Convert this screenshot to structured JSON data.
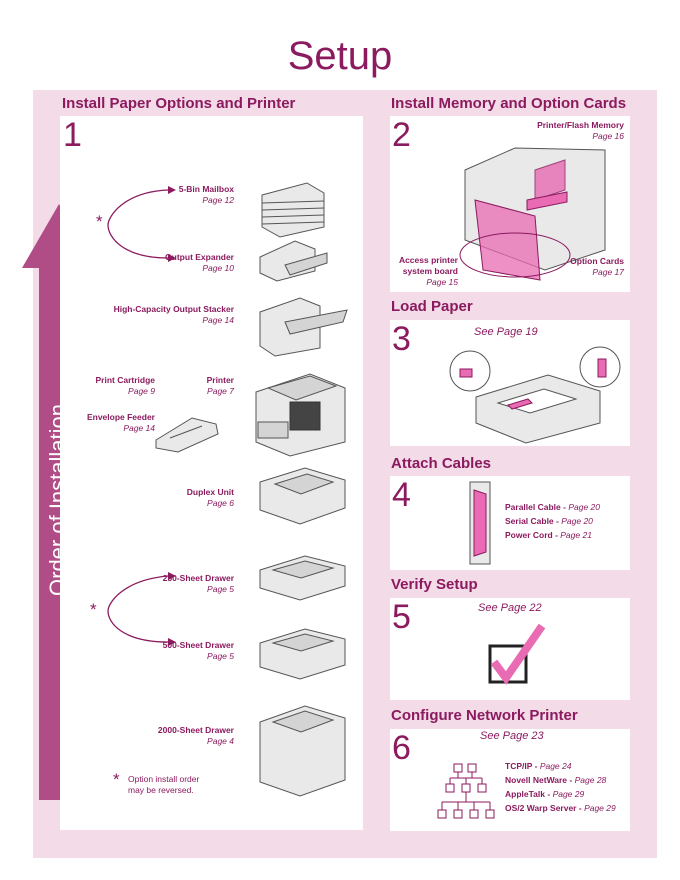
{
  "title": "Setup",
  "arrow_label": "Order of Installation",
  "left": {
    "heading": "Install Paper Options and Printer",
    "number": "1",
    "star": "*",
    "items": [
      {
        "name": "5-Bin Mailbox",
        "page": "Page 12"
      },
      {
        "name": "Output Expander",
        "page": "Page 10"
      },
      {
        "name": "High-Capacity Output Stacker",
        "page": "Page 14"
      },
      {
        "name": "Print Cartridge",
        "page": "Page 9"
      },
      {
        "name": "Printer",
        "page": "Page 7"
      },
      {
        "name": "Envelope Feeder",
        "page": "Page 14"
      },
      {
        "name": "Duplex Unit",
        "page": "Page 6"
      },
      {
        "name": "250-Sheet Drawer",
        "page": "Page 5"
      },
      {
        "name": "500-Sheet Drawer",
        "page": "Page 5"
      },
      {
        "name": "2000-Sheet Drawer",
        "page": "Page 4"
      }
    ],
    "note": [
      "Option install order",
      "may be reversed."
    ]
  },
  "step2": {
    "heading": "Install Memory and Option Cards",
    "number": "2",
    "items": [
      {
        "name": "Printer/Flash Memory",
        "page": "Page 16"
      },
      {
        "name": "Access printer",
        "name2": "system board",
        "page": "Page 15"
      },
      {
        "name": "Option Cards",
        "page": "Page 17"
      }
    ]
  },
  "step3": {
    "heading": "Load Paper",
    "number": "3",
    "see": "See Page 19"
  },
  "step4": {
    "heading": "Attach Cables",
    "number": "4",
    "items": [
      {
        "name": "Parallel Cable",
        "page": "Page 20"
      },
      {
        "name": "Serial Cable",
        "page": "Page 20"
      },
      {
        "name": "Power Cord",
        "page": "Page 21"
      }
    ]
  },
  "step5": {
    "heading": "Verify Setup",
    "number": "5",
    "see": "See Page 22"
  },
  "step6": {
    "heading": "Configure Network Printer",
    "number": "6",
    "see": "See Page 23",
    "items": [
      {
        "name": "TCP/IP",
        "page": "Page 24"
      },
      {
        "name": "Novell NetWare",
        "page": "Page 28"
      },
      {
        "name": "AppleTalk",
        "page": "Page 29"
      },
      {
        "name": "OS/2 Warp Server",
        "page": "Page 29"
      }
    ]
  },
  "colors": {
    "accent": "#8b1a5e",
    "arrow": "#b04d86",
    "panel_bg": "#f3dbe8",
    "highlight": "#e86bb3"
  }
}
